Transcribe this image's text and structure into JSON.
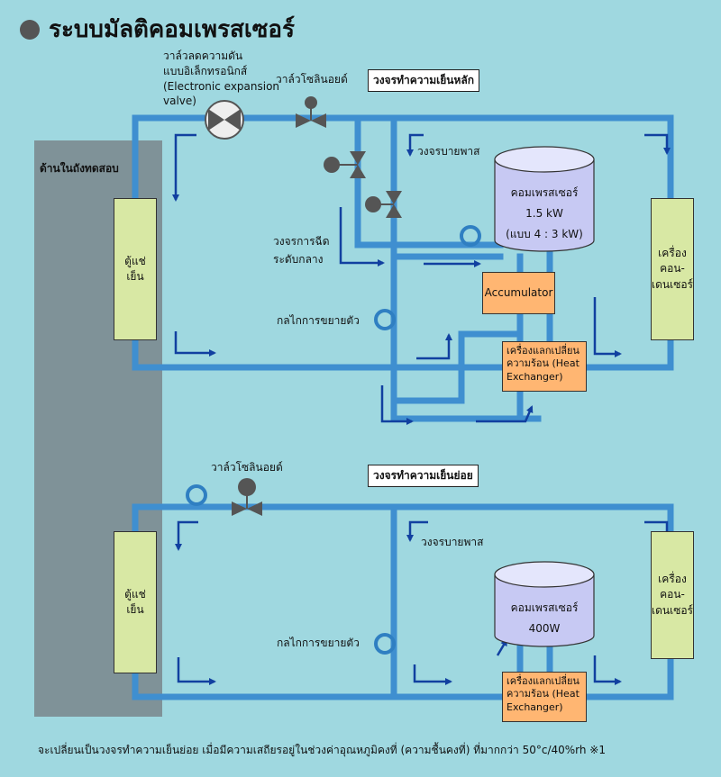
{
  "title": "ระบบมัลติคอมเพรสเซอร์",
  "chamber_label": "ด้านในถังทดสอบ",
  "main_circuit": {
    "label": "วงจรทำความเย็นหลัก",
    "expansion_valve_label": [
      "วาล์วลดความดัน",
      "แบบอิเล็กทรอนิกส์",
      "(Electronic expansion",
      "valve)"
    ],
    "solenoid_label": "วาล์วโซลินอยด์",
    "bypass_label": "วงจรบายพาส",
    "injection_label": [
      "วงจรการฉีด",
      "ระดับกลาง"
    ],
    "expansion_mech_label": "กลไกการขยายตัว",
    "evaporator_label": [
      "ตู้แช่",
      "เย็น"
    ],
    "condenser_label": [
      "เครื่อง",
      "คอน-",
      "เดนเซอร์"
    ],
    "compressor": {
      "name": "คอมเพรสเซอร์",
      "capacity": "1.5 kW",
      "mode": "(แบบ 4 : 3 kW)"
    },
    "accumulator_label": "Accumulator",
    "heat_exchanger_label": [
      "เครื่องแลกเปลี่ยน",
      "ความร้อน (Heat",
      "Exchanger)"
    ]
  },
  "sub_circuit": {
    "label": "วงจรทำความเย็นย่อย",
    "solenoid_label": "วาล์วโซลินอยด์",
    "bypass_label": "วงจรบายพาส",
    "expansion_mech_label": "กลไกการขยายตัว",
    "evaporator_label": [
      "ตู้แช่",
      "เย็น"
    ],
    "condenser_label": [
      "เครื่อง",
      "คอน-",
      "เดนเซอร์"
    ],
    "compressor": {
      "name": "คอมเพรสเซอร์",
      "capacity": "400W"
    },
    "heat_exchanger_label": [
      "เครื่องแลกเปลี่ยน",
      "ความร้อน (Heat",
      "Exchanger)"
    ]
  },
  "footnote": "จะเปลี่ยนเป็นวงจรทำความเย็นย่อย เมื่อมีความเสถียรอยู่ในช่วงค่าอุณหภูมิคงที่ (ความชื้นคงที่) ที่มากกว่า 50°c/40%rh ※1",
  "colors": {
    "background": "#9fd8e0",
    "pipe": "#3f8fd0",
    "arrow": "#1140a0",
    "unit": "#d8e8a4",
    "orange": "#ffb672",
    "chamber": "#7f9298",
    "valve": "#555555"
  }
}
